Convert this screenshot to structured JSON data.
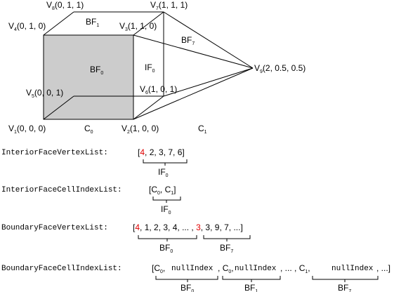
{
  "vertices": [
    {
      "name": "V",
      "sub": "1",
      "coords": "(0, 0, 0)"
    },
    {
      "name": "V",
      "sub": "2",
      "coords": "(1, 0, 0)"
    },
    {
      "name": "V",
      "sub": "3",
      "coords": "(1, 1, 0)"
    },
    {
      "name": "V",
      "sub": "4",
      "coords": "(0, 1, 0)"
    },
    {
      "name": "V",
      "sub": "5",
      "coords": "(0, 0, 1)"
    },
    {
      "name": "V",
      "sub": "6",
      "coords": "(1, 0, 1)"
    },
    {
      "name": "V",
      "sub": "7",
      "coords": "(1, 1, 1)"
    },
    {
      "name": "V",
      "sub": "8",
      "coords": "(0, 1, 1)"
    },
    {
      "name": "V",
      "sub": "9",
      "coords": "(2, 0.5, 0.5)"
    }
  ],
  "labels": {
    "bf0": {
      "base": "BF",
      "sub": "0"
    },
    "bf1": {
      "base": "BF",
      "sub": "1"
    },
    "bf7": {
      "base": "BF",
      "sub": "7"
    },
    "if0": {
      "base": "IF",
      "sub": "0"
    },
    "c0": {
      "base": "C",
      "sub": "0"
    },
    "c1": {
      "base": "C",
      "sub": "1"
    }
  },
  "lists": {
    "interior_vertex": {
      "name": "InteriorFaceVertexList:",
      "open": "[",
      "highlight": "4",
      "rest": ", 2, 3, 7, 6]"
    },
    "interior_cell": {
      "name": "InteriorFaceCellIndexList:",
      "open": "[",
      "c0": "C",
      "c0_sub": "0",
      "sep": ", ",
      "c1": "C",
      "c1_sub": "1",
      "close": "]"
    },
    "boundary_vertex": {
      "name": "BoundaryFaceVertexList:",
      "open": "[",
      "highlight1": "4",
      "middle": ", 1, 2, 3, 4, ... , ",
      "highlight2": "3",
      "rest": ", 3, 9, 7, ...]"
    },
    "boundary_cell": {
      "name": "BoundaryFaceCellIndexList:",
      "open": "[",
      "c0": "C",
      "c0_sub": "0",
      "null_sep": ", ",
      "null": "nullIndex",
      "comma": ",",
      "c_sep": " ",
      "dots": " ... , ",
      "c1": "C",
      "c1_sub": "1",
      "tail": ", ...]"
    }
  },
  "colors": {
    "highlight": "#e00000",
    "shaded_face": "#cccccc"
  }
}
